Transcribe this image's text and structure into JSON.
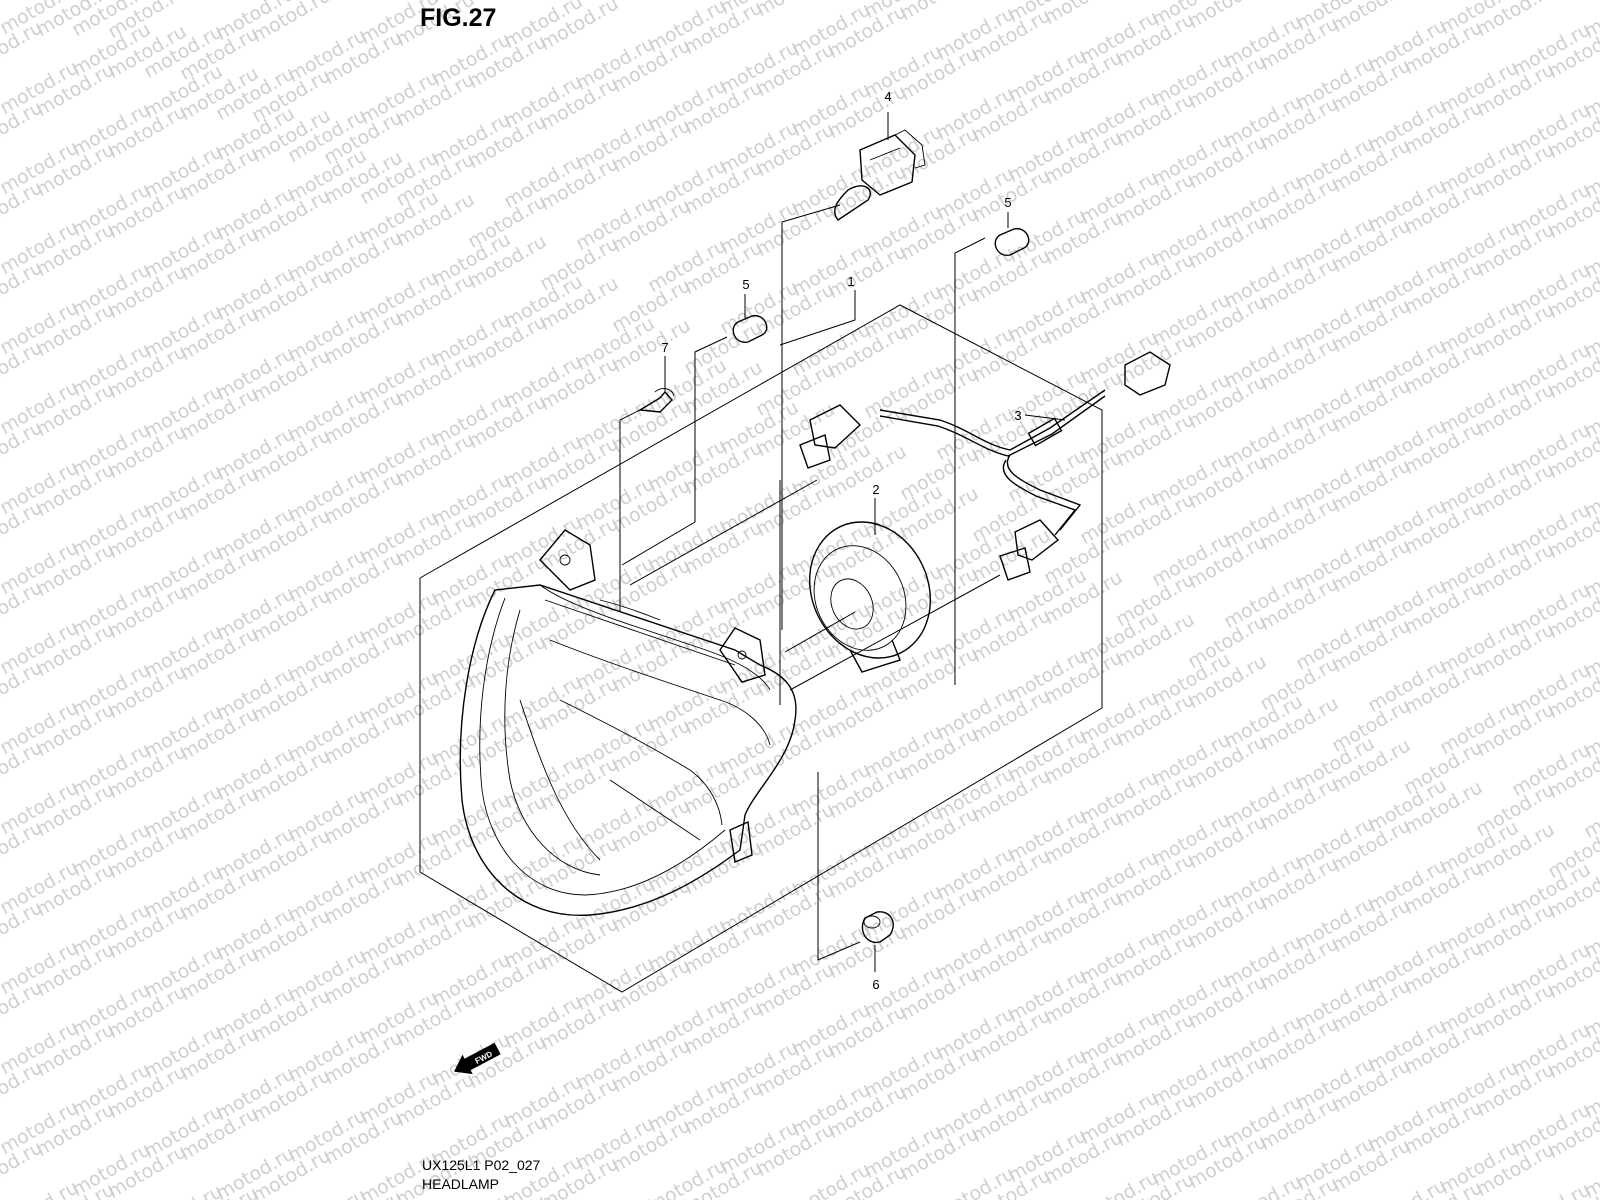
{
  "figure": {
    "title": "FIG.27"
  },
  "watermark": {
    "text": "motod.ru"
  },
  "callouts": [
    {
      "id": "1",
      "label": "1"
    },
    {
      "id": "2",
      "label": "2"
    },
    {
      "id": "3",
      "label": "3"
    },
    {
      "id": "4",
      "label": "4"
    },
    {
      "id": "5a",
      "label": "5"
    },
    {
      "id": "5b",
      "label": "5"
    },
    {
      "id": "6",
      "label": "6"
    },
    {
      "id": "7",
      "label": "7"
    }
  ],
  "fwd_badge": {
    "text": "FWD"
  },
  "footer": {
    "code": "UX125L1 P02_027",
    "caption": "HEADLAMP"
  }
}
